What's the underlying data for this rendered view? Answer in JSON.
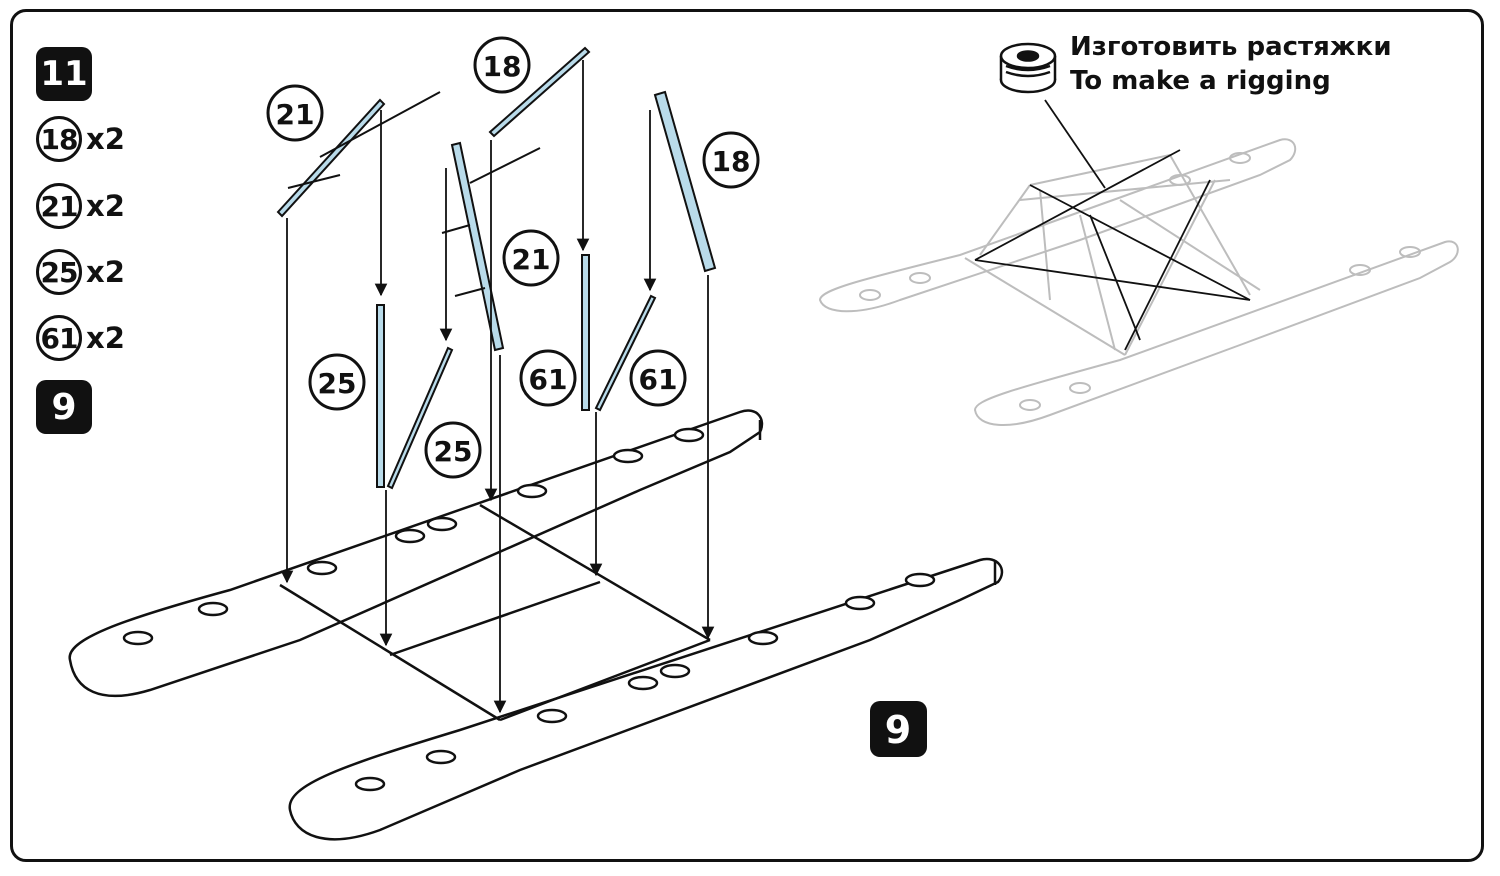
{
  "step": {
    "number": "11"
  },
  "legend": [
    {
      "part": "18",
      "qty": "x2"
    },
    {
      "part": "21",
      "qty": "x2"
    },
    {
      "part": "25",
      "qty": "x2"
    },
    {
      "part": "61",
      "qty": "x2"
    }
  ],
  "subassembly": {
    "ref": "9"
  },
  "rigging": {
    "text_ru": "Изготовить растяжки",
    "text_en": "To make a rigging",
    "icon": "thread-spool-icon"
  },
  "callouts": {
    "part_21_left": "21",
    "part_18_top": "18",
    "part_18_right": "18",
    "part_21_mid": "21",
    "part_25_left": "25",
    "part_25_right": "25",
    "part_61_left": "61",
    "part_61_right": "61"
  },
  "floats_label": "9",
  "colors": {
    "strut_fill": "#b9dbea",
    "outline": "#111111",
    "ghost": "#c8c8c8"
  }
}
